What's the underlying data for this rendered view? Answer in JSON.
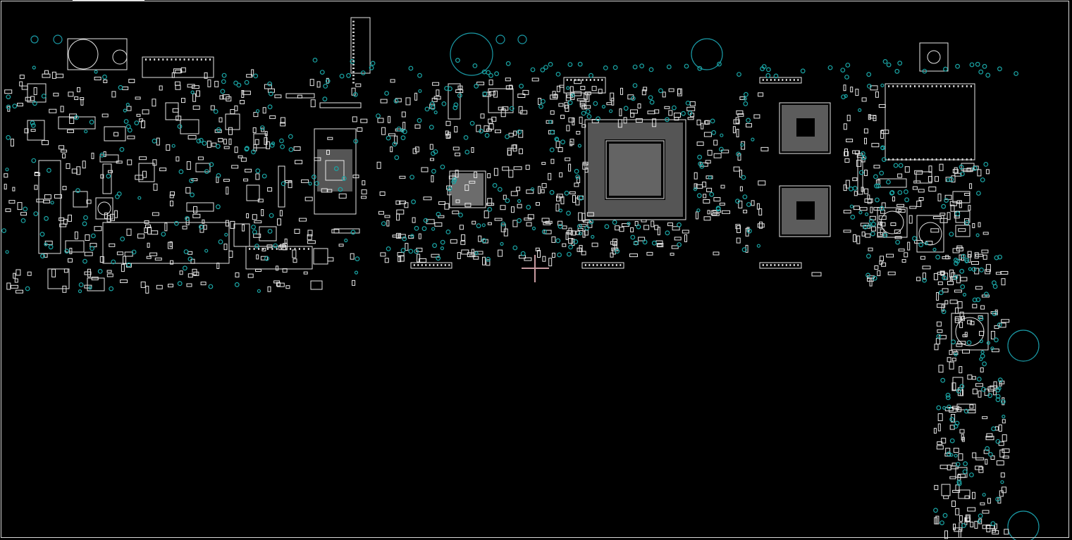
{
  "view": {
    "background": "#000000",
    "outline_color": "#e6e6e6",
    "via_color": "#1aa6a6",
    "cursor_color": "#c89aa0"
  },
  "layers": [
    {
      "name": "component-outlines",
      "icon": "rectangle-icon"
    },
    {
      "name": "vias-and-holes",
      "icon": "circle-icon"
    },
    {
      "name": "cursor",
      "icon": "crosshair-icon"
    }
  ]
}
